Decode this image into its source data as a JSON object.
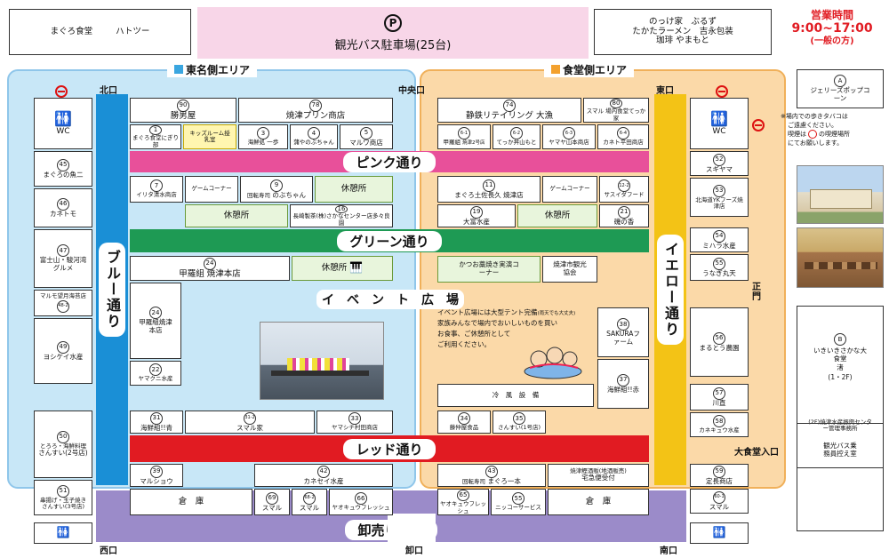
{
  "top": {
    "left_shops": [
      "まぐろ食堂",
      "ハトツー"
    ],
    "parking_symbol": "P",
    "parking_label": "観光バス駐車場(25台)",
    "right_shops": [
      "のっけ家　ぶるず",
      "たかたラーメン　吉永包装",
      "珈琲 やまもと"
    ],
    "hours_title": "営業時間",
    "hours_time": "9:00~17:00",
    "hours_note": "(一般の方)"
  },
  "areas": {
    "east": "東名側エリア",
    "food": "食堂側エリア"
  },
  "edges": {
    "north": "北口",
    "central": "中央口",
    "east_gate": "東口",
    "main_gate": "正門",
    "west": "西口",
    "wholesale": "卸口",
    "south": "南口",
    "big_food": "大食堂入口"
  },
  "roads": {
    "pink": "ピンク通り",
    "green": "グリーン通り",
    "red": "レッド通り",
    "blue": "ブルー通り",
    "yellow": "イエロー通り",
    "wholesale": "卸売り通り"
  },
  "event": {
    "title": "イ　ベ　ン　ト　広　場",
    "note1": "イベント広場には大型テント完備",
    "note1_small": "(雨天でも大丈夫)",
    "note2": "家族みんなで場内でおいしいものを買い",
    "note3": "お食事、ご休憩所として",
    "note4": "ご利用ください。",
    "cooling": "冷　風　設　備"
  },
  "wc": "WC",
  "left_col": [
    {
      "n": "45",
      "name": "まぐろの魚二"
    },
    {
      "n": "46",
      "name": "カネトモ"
    },
    {
      "n": "47",
      "name": "富士山・駿河湾グルメ"
    },
    {
      "n": "48-2",
      "name": "マルモ望月海苔店"
    },
    {
      "n": "49",
      "name": "ヨシケイ水産"
    },
    {
      "n": "50",
      "name": "さんすい(2号店)",
      "sub": "とろろ・海鮮料理"
    },
    {
      "n": "51",
      "name": "さんすい(3号店)",
      "sub": "串揚げ・玉子焼き"
    }
  ],
  "block_a": {
    "s90": {
      "n": "90",
      "name": "勝男屋"
    },
    "s78": {
      "n": "78",
      "name": "焼津プリン商店"
    },
    "s1": {
      "n": "1",
      "name": "まぐろ食堂にぎり部"
    },
    "kids": "キッズルーム授乳室",
    "s3": {
      "n": "3",
      "name": "海鮮処 一歩"
    },
    "s4": {
      "n": "4",
      "name": "蒲やのぶちゃん"
    },
    "s5": {
      "n": "5",
      "name": "マルワ商店"
    }
  },
  "block_b": {
    "s7": {
      "n": "7",
      "name": "イリタ清水商店"
    },
    "game": "ゲームコーナー",
    "s9": {
      "n": "9",
      "name": "のぶちゃん",
      "sub": "回転寿司"
    },
    "rest1": "休憩所",
    "rest2": "休憩所",
    "s16": {
      "n": "16",
      "name": "長崎製茶(株)さかなセンター店多々良園"
    }
  },
  "block_c": {
    "s24a": {
      "n": "24",
      "name": "甲羅組 焼津本店"
    },
    "rest": "休憩所",
    "s24b": {
      "n": "24",
      "name": "甲羅組焼津本店"
    },
    "s22": {
      "n": "22",
      "name": "ヤマクニ水産"
    }
  },
  "block_d": {
    "s31": {
      "n": "31",
      "name": "海鮮組!!青"
    },
    "s312": {
      "n": "31-2",
      "name": "スマル家"
    },
    "s33": {
      "n": "33",
      "name": "ヤマシチ村田商店"
    }
  },
  "block_e": {
    "s39": {
      "n": "39",
      "name": "マルショウ"
    },
    "s42": {
      "n": "42",
      "name": "カネセイ水産"
    },
    "warehouse": "倉　庫",
    "s69": {
      "n": "69",
      "name": "スマル"
    },
    "s682": {
      "n": "68-2",
      "name": "スマル"
    },
    "s66": {
      "n": "66",
      "name": "ヤオキュウフレッシュ"
    }
  },
  "block_f": {
    "s74": {
      "n": "74",
      "name": "静鉄リテイリング 大漁"
    },
    "s80": {
      "n": "80",
      "name": "スマル 場内食堂てっか家"
    },
    "s61": {
      "n": "6-1",
      "name": "甲羅組",
      "sub": "焼津2号店"
    },
    "s62": {
      "n": "6-2",
      "name": "てっか丼山もと"
    },
    "s63": {
      "n": "6-3",
      "name": "ヤマヤ山本商店"
    },
    "s64": {
      "n": "6-4",
      "name": "カネト平田商店"
    }
  },
  "block_g": {
    "s11": {
      "n": "11",
      "name": "まぐろ土佐長久 焼津店"
    },
    "game": "ゲームコーナー",
    "s122": {
      "n": "12-2",
      "name": "サスイダフード"
    },
    "s19": {
      "n": "19",
      "name": "大富水産"
    },
    "rest": "休憩所",
    "s21": {
      "n": "21",
      "name": "磯の香"
    }
  },
  "block_h": {
    "katsuo": "かつお藁焼き実演コーナー",
    "kanko": "焼津市観光協会",
    "s38": {
      "n": "38",
      "name": "SAKURAファーム"
    },
    "s37": {
      "n": "37",
      "name": "海鮮組!!赤"
    }
  },
  "block_i": {
    "s34": {
      "n": "34",
      "name": "藤仲屋食品"
    },
    "s35": {
      "n": "35",
      "name": "さんすい(1号店)"
    }
  },
  "block_j": {
    "s43": {
      "n": "43",
      "name": "まぐろ一本",
      "sub": "回転寿司"
    },
    "takuhai": "宅急便受付",
    "chokubai": "焼津鰹酒販(地酒販売)",
    "s65": {
      "n": "65",
      "name": "ヤオキュウフレッシュ"
    },
    "s55b": {
      "n": "55",
      "name": "ニッコーサービス"
    },
    "warehouse": "倉　庫"
  },
  "right_col": [
    {
      "n": "52",
      "name": "スギヤマ"
    },
    {
      "n": "53",
      "name": "北海道YKフーズ焼津店"
    },
    {
      "n": "54",
      "name": "ミハラ水産"
    },
    {
      "n": "55",
      "name": "うなぎ丸天"
    },
    {
      "n": "56",
      "name": "まるとう農園"
    },
    {
      "n": "57",
      "name": "川直"
    },
    {
      "n": "58",
      "name": "カネキュウ水産"
    },
    {
      "n": "59",
      "name": "定長商店"
    },
    {
      "n": "60-1",
      "name": "スマル"
    }
  ],
  "side": {
    "a_mark": "A",
    "a_name": "ジェリーズポップコーン",
    "smoke_note1": "※場内での歩きタバコは",
    "smoke_note2": "ご遠慮ください。",
    "smoke_note3": "喫煙は",
    "smoke_note4": "の喫煙場所",
    "smoke_note5": "にてお願いします。",
    "b_mark": "B",
    "b_name": "いきいきさかな大食堂",
    "b_name2": "渚",
    "b_floor": "(1・2F)",
    "office": "(2F)焼津水産振興センター管理事務所",
    "bus": "観光バス乗務員控え室"
  },
  "colors": {
    "pink": "#e8509a",
    "green": "#1e9a54",
    "red": "#e11b22",
    "blue": "#1a8fd6",
    "yellow": "#f3c316",
    "purple": "#9b8bc9",
    "east_bg": "#c8e7f7",
    "food_bg": "#fbd9a8",
    "parking_bg": "#f8d6e8",
    "hours": "#e11b22"
  }
}
